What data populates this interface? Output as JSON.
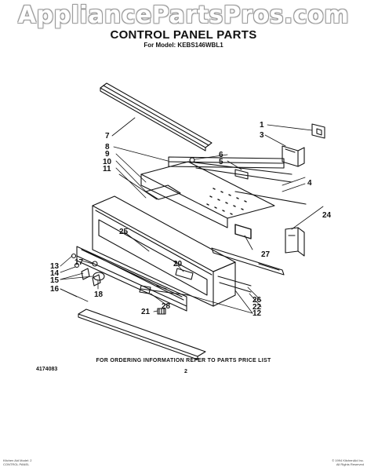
{
  "watermark": "AppliancePartsPros.com",
  "title": "CONTROL PANEL PARTS",
  "model": "For Model: KEBS146WBL1",
  "labels": {
    "l1": "1",
    "l3": "3",
    "l4": "4",
    "l5": "5",
    "l6": "6",
    "l7": "7",
    "l8": "8",
    "l9": "9",
    "l10": "10",
    "l11": "11",
    "l12": "12",
    "l13": "13",
    "l14": "14",
    "l15": "15",
    "l16": "16",
    "l17": "17",
    "l18": "18",
    "l20": "20",
    "l21": "21",
    "l22": "22",
    "l24": "24",
    "l25": "25",
    "l26": "26",
    "l27": "27",
    "l28": "28"
  },
  "footer_note": "FOR ORDERING INFORMATION REFER TO PARTS PRICE LIST",
  "part_number": "4174083",
  "page_number": "2",
  "fine_print_left": [
    "Kitchen Aid Model: 2",
    "CONTROL PANEL"
  ],
  "fine_print_right": [
    "© 1994 KitchenAid Inc.",
    "All Rights Reserved"
  ],
  "colors": {
    "line": "#111111",
    "watermark_outline": "#9a9a9a"
  }
}
